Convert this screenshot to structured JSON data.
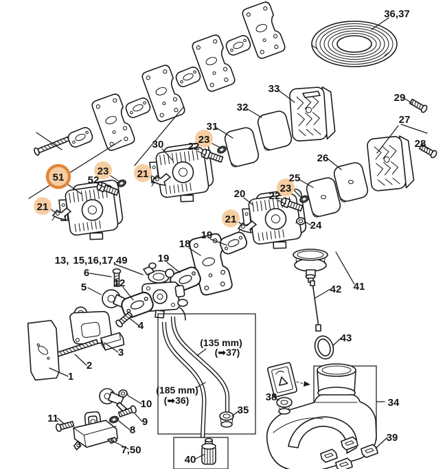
{
  "colors": {
    "highlight_fill": "#f6cda2",
    "highlight_ring": "#e1873b",
    "line": "#1a1a1a",
    "background": "#ffffff"
  },
  "callouts": [
    {
      "text": "36,37",
      "highlight": "none"
    },
    {
      "text": "33",
      "highlight": "none"
    },
    {
      "text": "32",
      "highlight": "none"
    },
    {
      "text": "31",
      "highlight": "none"
    },
    {
      "text": "29",
      "highlight": "none"
    },
    {
      "text": "27",
      "highlight": "none"
    },
    {
      "text": "28",
      "highlight": "none"
    },
    {
      "text": "26",
      "highlight": "none"
    },
    {
      "text": "25",
      "highlight": "none"
    },
    {
      "text": "30",
      "highlight": "none"
    },
    {
      "text": "22",
      "highlight": "none"
    },
    {
      "text": "23",
      "highlight": "circle"
    },
    {
      "text": "21",
      "highlight": "circle"
    },
    {
      "text": "51",
      "highlight": "ring"
    },
    {
      "text": "52",
      "highlight": "none"
    },
    {
      "text": "23",
      "highlight": "circle"
    },
    {
      "text": "21",
      "highlight": "circle"
    },
    {
      "text": "20",
      "highlight": "none"
    },
    {
      "text": "22",
      "highlight": "none"
    },
    {
      "text": "23",
      "highlight": "circle"
    },
    {
      "text": "21",
      "highlight": "circle"
    },
    {
      "text": "24",
      "highlight": "none"
    },
    {
      "text": "19",
      "highlight": "none"
    },
    {
      "text": "18",
      "highlight": "none"
    },
    {
      "text": "19",
      "highlight": "none"
    },
    {
      "text": "13,",
      "highlight": "none"
    },
    {
      "text": "15,16,17,49",
      "highlight": "none"
    },
    {
      "text": "6",
      "highlight": "none"
    },
    {
      "text": "5",
      "highlight": "none"
    },
    {
      "text": "12",
      "highlight": "none"
    },
    {
      "text": "4",
      "highlight": "none"
    },
    {
      "text": "3",
      "highlight": "none"
    },
    {
      "text": "2",
      "highlight": "none"
    },
    {
      "text": "1",
      "highlight": "none"
    },
    {
      "text": "11",
      "highlight": "none"
    },
    {
      "text": "10",
      "highlight": "none"
    },
    {
      "text": "9",
      "highlight": "none"
    },
    {
      "text": "8",
      "highlight": "none"
    },
    {
      "text": "7,50",
      "highlight": "none"
    },
    {
      "text": "(135 mm)",
      "highlight": "none"
    },
    {
      "text": "(➡37)",
      "highlight": "none"
    },
    {
      "text": "(185 mm)",
      "highlight": "none"
    },
    {
      "text": "(➡36)",
      "highlight": "none"
    },
    {
      "text": "35",
      "highlight": "none"
    },
    {
      "text": "40",
      "highlight": "none"
    },
    {
      "text": "42",
      "highlight": "none"
    },
    {
      "text": "41",
      "highlight": "none"
    },
    {
      "text": "43",
      "highlight": "none"
    },
    {
      "text": "38",
      "highlight": "none"
    },
    {
      "text": "34",
      "highlight": "none"
    },
    {
      "text": "39",
      "highlight": "none"
    }
  ]
}
